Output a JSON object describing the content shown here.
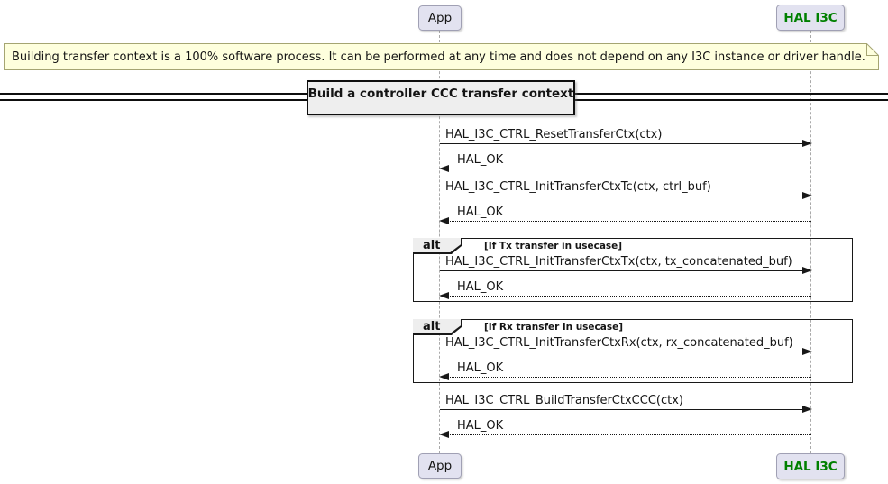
{
  "participants": {
    "app": {
      "label": "App"
    },
    "hal_i3c": {
      "label": "HAL I3C"
    }
  },
  "note": {
    "text": "Building transfer context is a 100% software process. It can be performed at any time and does not depend on any I3C instance or driver handle."
  },
  "divider": {
    "label": "Build a controller CCC transfer context"
  },
  "frames": [
    {
      "operator": "alt",
      "condition": "[If Tx transfer in usecase]"
    },
    {
      "operator": "alt",
      "condition": "[If Rx transfer in usecase]"
    }
  ],
  "messages": [
    {
      "text": "HAL_I3C_CTRL_ResetTransferCtx(ctx)",
      "type": "call",
      "from": "App",
      "to": "HAL I3C"
    },
    {
      "text": "HAL_OK",
      "type": "return",
      "from": "HAL I3C",
      "to": "App"
    },
    {
      "text": "HAL_I3C_CTRL_InitTransferCtxTc(ctx, ctrl_buf)",
      "type": "call",
      "from": "App",
      "to": "HAL I3C"
    },
    {
      "text": "HAL_OK",
      "type": "return",
      "from": "HAL I3C",
      "to": "App"
    },
    {
      "text": "HAL_I3C_CTRL_InitTransferCtxTx(ctx, tx_concatenated_buf)",
      "type": "call",
      "from": "App",
      "to": "HAL I3C"
    },
    {
      "text": "HAL_OK",
      "type": "return",
      "from": "HAL I3C",
      "to": "App"
    },
    {
      "text": "HAL_I3C_CTRL_InitTransferCtxRx(ctx, rx_concatenated_buf)",
      "type": "call",
      "from": "App",
      "to": "HAL I3C"
    },
    {
      "text": "HAL_OK",
      "type": "return",
      "from": "HAL I3C",
      "to": "App"
    },
    {
      "text": "HAL_I3C_CTRL_BuildTransferCtxCCC(ctx)",
      "type": "call",
      "from": "App",
      "to": "HAL I3C"
    },
    {
      "text": "HAL_OK",
      "type": "return",
      "from": "HAL I3C",
      "to": "App"
    }
  ],
  "colors": {
    "participant_fill": "#E2E2F0",
    "participant_border": "#A0A0B4",
    "hal_label_color": "#008000",
    "note_fill": "#FEFFDD",
    "note_border": "#A5A572",
    "frame_header_fill": "#EEEEEE",
    "divider_fill": "#EEEEEE",
    "line_color": "#181818",
    "lifeline_color": "#A9A9A9"
  }
}
